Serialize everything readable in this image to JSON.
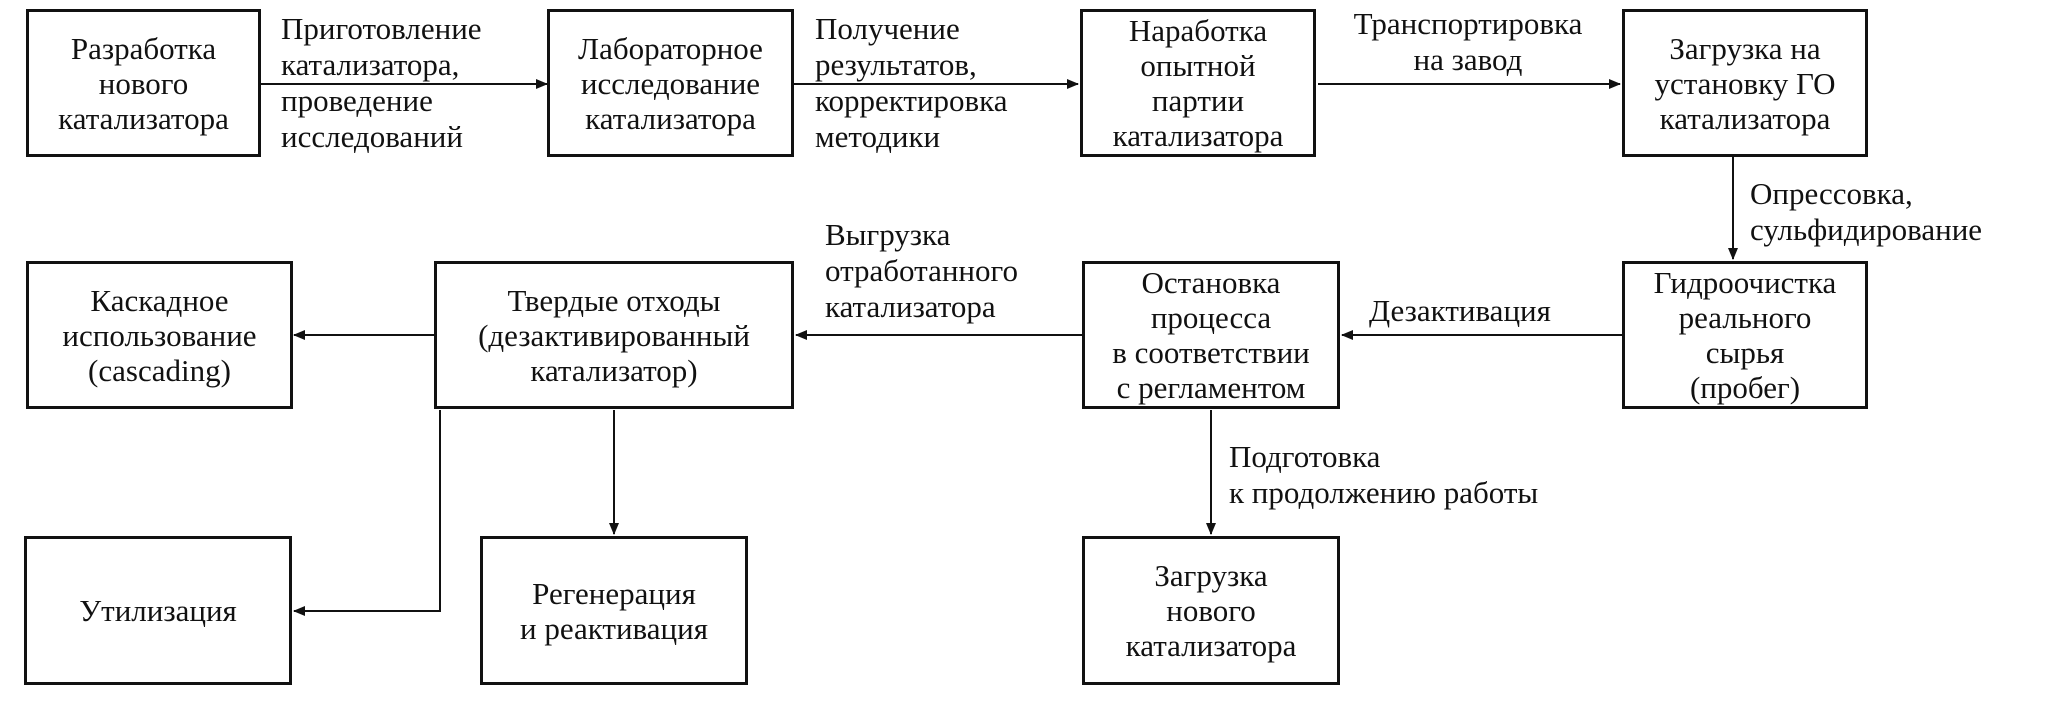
{
  "boxes": {
    "develop": "Разработка\nнового\nкатализатора",
    "lab": "Лабораторное\nисследование\nкатализатора",
    "pilot": "Наработка\nопытной\nпартии\nкатализатора",
    "loading": "Загрузка на\nустановку ГО\nкатализатора",
    "hydro": "Гидроочистка\nреального\nсырья\n(пробег)",
    "stop": "Остановка\nпроцесса\nв соответствии\nс регламентом",
    "solid": "Твердые отходы\n(дезактивированный\nкатализатор)",
    "cascade": "Каскадное\nиспользование\n(cascading)",
    "utilization": "Утилизация",
    "regeneration": "Регенерация\nи реактивация",
    "new_load": "Загрузка\nнового\nкатализатора"
  },
  "edges": {
    "prep": "Приготовление\nкатализатора,\nпроведение\nисследований",
    "results": "Получение\nрезультатов,\nкорректировка\nметодики",
    "transport": "Транспортировка\nна завод",
    "pressure": "Опрессовка,\nсульфидирование",
    "deactivation": "Дезактивация",
    "unload": "Выгрузка\nотработанного\nкатализатора",
    "prepare": "Подготовка\nк продолжению работы"
  }
}
